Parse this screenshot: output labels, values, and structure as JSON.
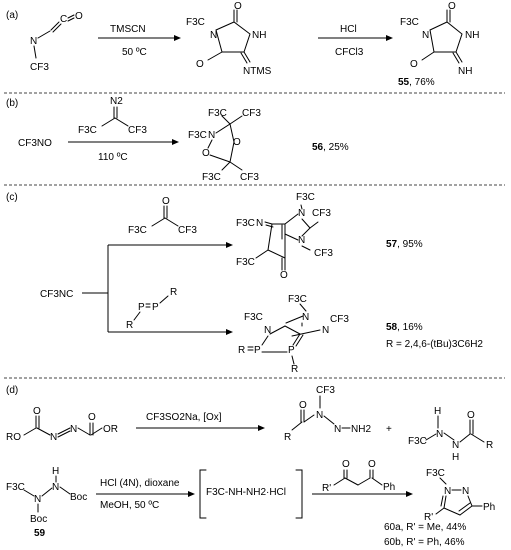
{
  "panels": {
    "a": {
      "label": "(a)",
      "reagent": "TMSCN",
      "condition": "50 ºC",
      "reagent2": "HCl",
      "condition2": "CFCl3",
      "product_num": "55",
      "yield": ", 76%"
    },
    "b": {
      "label": "(b)",
      "start": "CF3NO",
      "reagent_n2": "N2",
      "condition": "110 ºC",
      "product_num": "56",
      "yield": ", 25%"
    },
    "c": {
      "label": "(c)",
      "start": "CF3NC",
      "product1_num": "57",
      "yield1": ", 95%",
      "product2_num": "58",
      "yield2": ", 16%",
      "r_def": "R = 2,4,6-(tBu)3C6H2"
    },
    "d": {
      "label": "(d)",
      "reagent": "CF3SO2Na, [Ox]",
      "plus": "+",
      "cond1": "HCl (4N), dioxane",
      "cond2": "MeOH, 50 ºC",
      "compound_num": "59",
      "salt": "F3C-NH-NH2·HCl",
      "product_a": "60a, R' = Me, 44%",
      "product_b": "60b, R' = Ph, 46%"
    }
  },
  "atoms": {
    "cf3": "CF3",
    "f3c": "F3C",
    "n": "N",
    "nh": "NH",
    "nh2": "NH2",
    "o": "O",
    "c": "C",
    "p": "P",
    "r": "R",
    "rp": "R'",
    "or": "OR",
    "ro": "RO",
    "ph": "Ph",
    "boc": "Boc",
    "h": "H",
    "tms": "NTMS"
  }
}
